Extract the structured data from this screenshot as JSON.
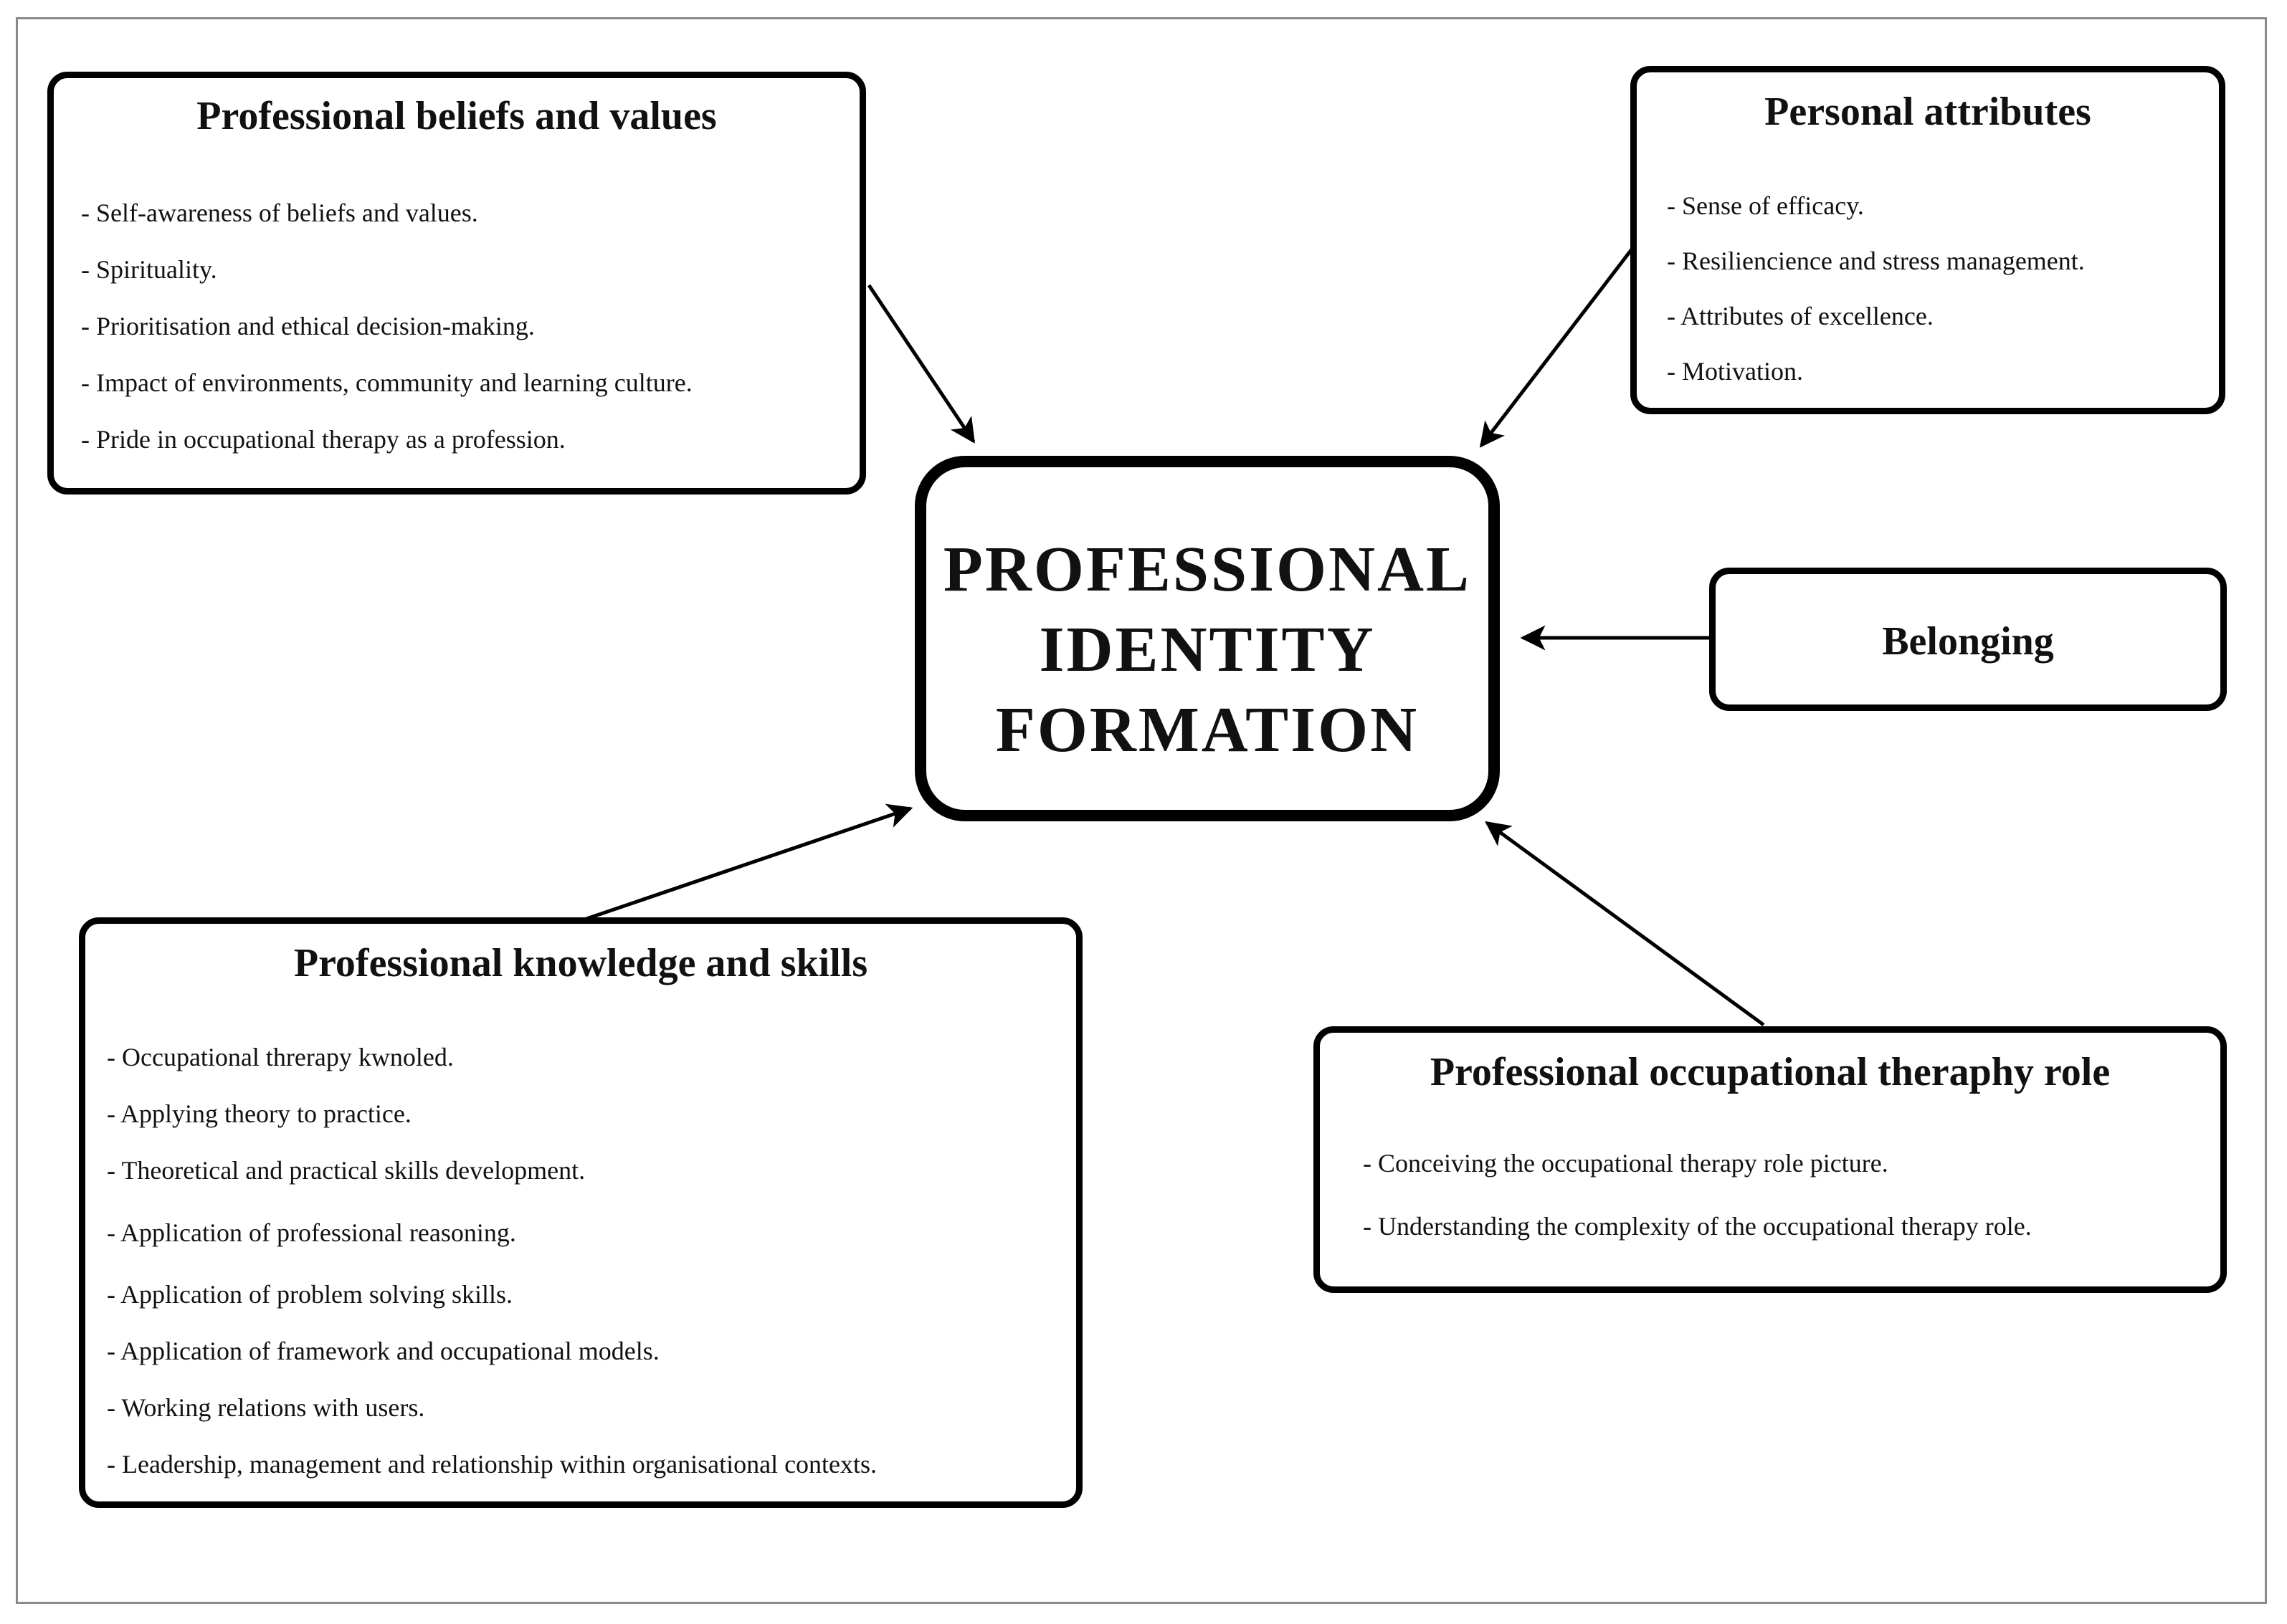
{
  "center": {
    "lines": [
      "PROFESSIONAL",
      "IDENTITY",
      "FORMATION"
    ]
  },
  "beliefs": {
    "title": "Professional beliefs and values",
    "items": [
      "- Self-awareness of beliefs and values.",
      "- Spirituality.",
      "- Prioritisation and ethical decision-making.",
      "- Impact of environments, community and learning culture.",
      "- Pride in occupational therapy as a profession."
    ]
  },
  "personal": {
    "title": "Personal attributes",
    "items": [
      "- Sense of efficacy.",
      "- Resiliencience and stress management.",
      "- Attributes of excellence.",
      "- Motivation."
    ]
  },
  "belonging": {
    "title": "Belonging"
  },
  "knowledge": {
    "title": "Professional knowledge and skills",
    "items": [
      "- Occupational threrapy kwnoled.",
      "- Applying theory to practice.",
      "- Theoretical and practical skills development.",
      "- Application of professional reasoning.",
      "- Application of problem solving skills.",
      "- Application of framework and occupational models.",
      "- Working relations with users.",
      "- Leadership, management and relationship within organisational contexts."
    ]
  },
  "role": {
    "title": "Professional occupational theraphy role",
    "items": [
      "- Conceiving the occupational therapy role picture.",
      "- Understanding the complexity of the occupational therapy role."
    ]
  }
}
